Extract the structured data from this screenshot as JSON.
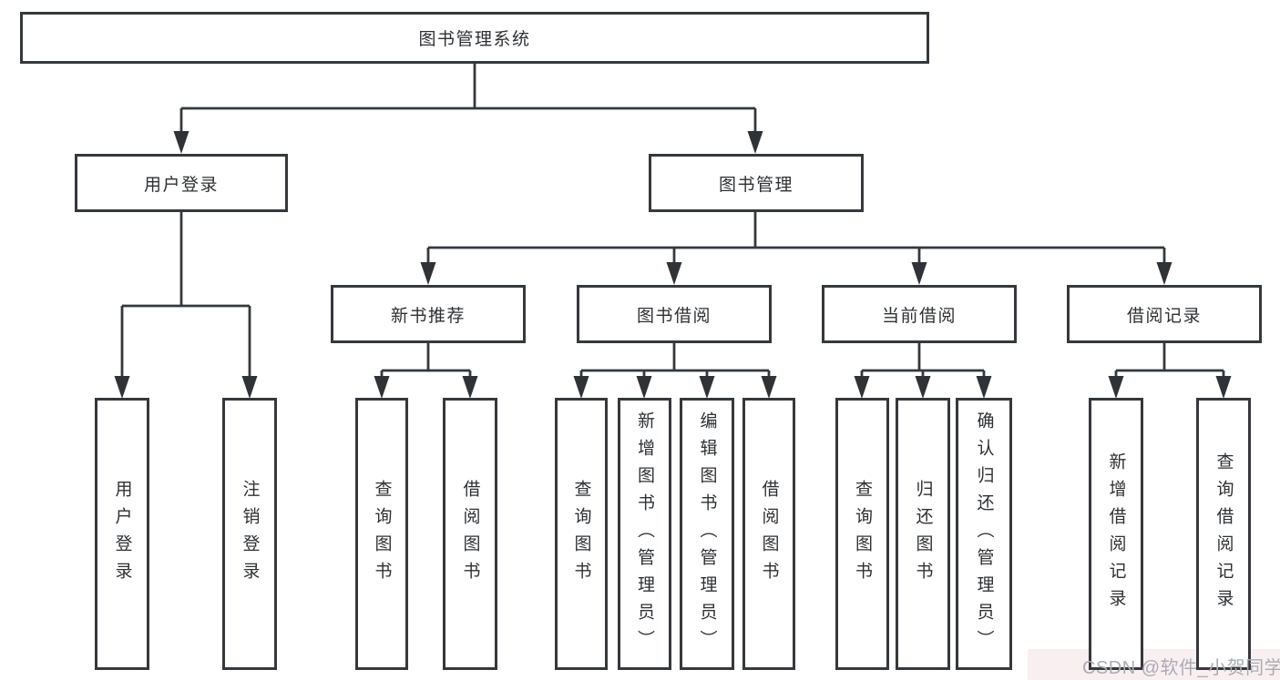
{
  "diagram": {
    "root": {
      "label": "图书管理系统"
    },
    "level2": [
      {
        "label": "用户登录",
        "children": [
          {
            "label": "用户登录"
          },
          {
            "label": "注销登录"
          }
        ]
      },
      {
        "label": "图书管理",
        "children": [
          {
            "label": "新书推荐",
            "children": [
              {
                "label": "查询图书"
              },
              {
                "label": "借阅图书"
              }
            ]
          },
          {
            "label": "图书借阅",
            "children": [
              {
                "label": "查询图书"
              },
              {
                "label": "新增图书（管理员）"
              },
              {
                "label": "编辑图书（管理员）"
              },
              {
                "label": "借阅图书"
              }
            ]
          },
          {
            "label": "当前借阅",
            "children": [
              {
                "label": "查询图书"
              },
              {
                "label": "归还图书"
              },
              {
                "label": "确认归还（管理员）"
              }
            ]
          },
          {
            "label": "借阅记录",
            "children": [
              {
                "label": "新增借阅记录"
              },
              {
                "label": "查询借阅记录"
              }
            ]
          }
        ]
      }
    ]
  },
  "watermark": "CSDN @软件_小贺同学",
  "colors": {
    "line": "#35383c",
    "box_border": "#35383c",
    "text": "#2e3033",
    "watermark_text": "#a9adb2",
    "watermark_backdrop": "#f9eef0",
    "background": "#ffffff"
  }
}
